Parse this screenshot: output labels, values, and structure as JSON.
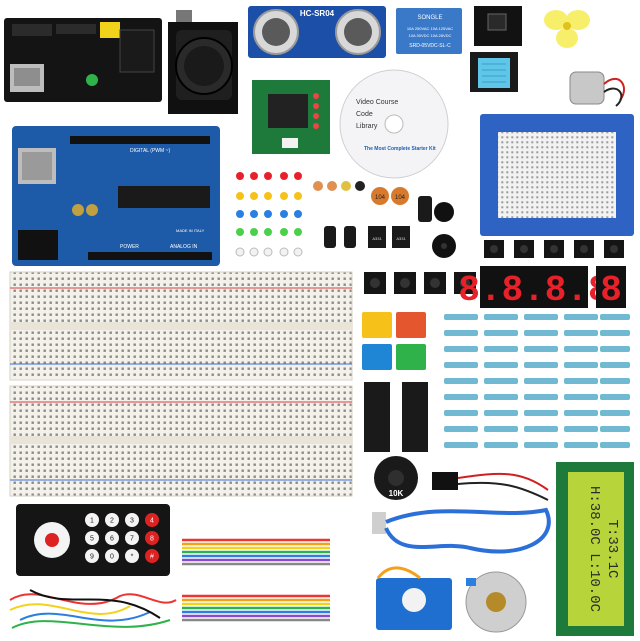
{
  "labels": {
    "ultrasonic": "HC-SR04",
    "relay_brand": "SONGLE",
    "relay_lines": [
      "10A 250VAC 10A 125VAC",
      "10A 30VDC 10A 28VDC"
    ],
    "relay_model": "SRD-05VDC-SL-C",
    "cd_lines": [
      "Video Course",
      "Code",
      "Library"
    ],
    "cd_tagline": "The Most Complete Starter Kit",
    "cap_value": "104",
    "transistor_label": "A331",
    "arduino_top": "DIGITAL (PWM ~)",
    "arduino_power": "POWER",
    "arduino_analog": "ANALOG IN",
    "arduino_italy": "MADE IN ITALY",
    "seg4": "8.8.8.8",
    "seg1": "8",
    "pot_label": "10K",
    "lcd_line1": "T:33.1C",
    "lcd_line2": "H:38.0C L:10.0C",
    "remote_keys": [
      "1",
      "2",
      "3",
      "4",
      "5",
      "6",
      "7",
      "8",
      "9",
      "0",
      "*",
      "#"
    ]
  },
  "colors": {
    "arduino_blue": "#1d5aa8",
    "shield_blue": "#2e63c4",
    "lcd_green": "#b7d43a",
    "breadboard": "#f4f1ea",
    "seg_red": "#e8202a",
    "pcb_black": "#141414",
    "pcb_green": "#1e7a3a",
    "relay_blue": "#3a78c8",
    "button_yellow": "#f6c21a",
    "button_red": "#e4572e",
    "button_blue": "#1f86d6",
    "button_green": "#2fb24a"
  }
}
